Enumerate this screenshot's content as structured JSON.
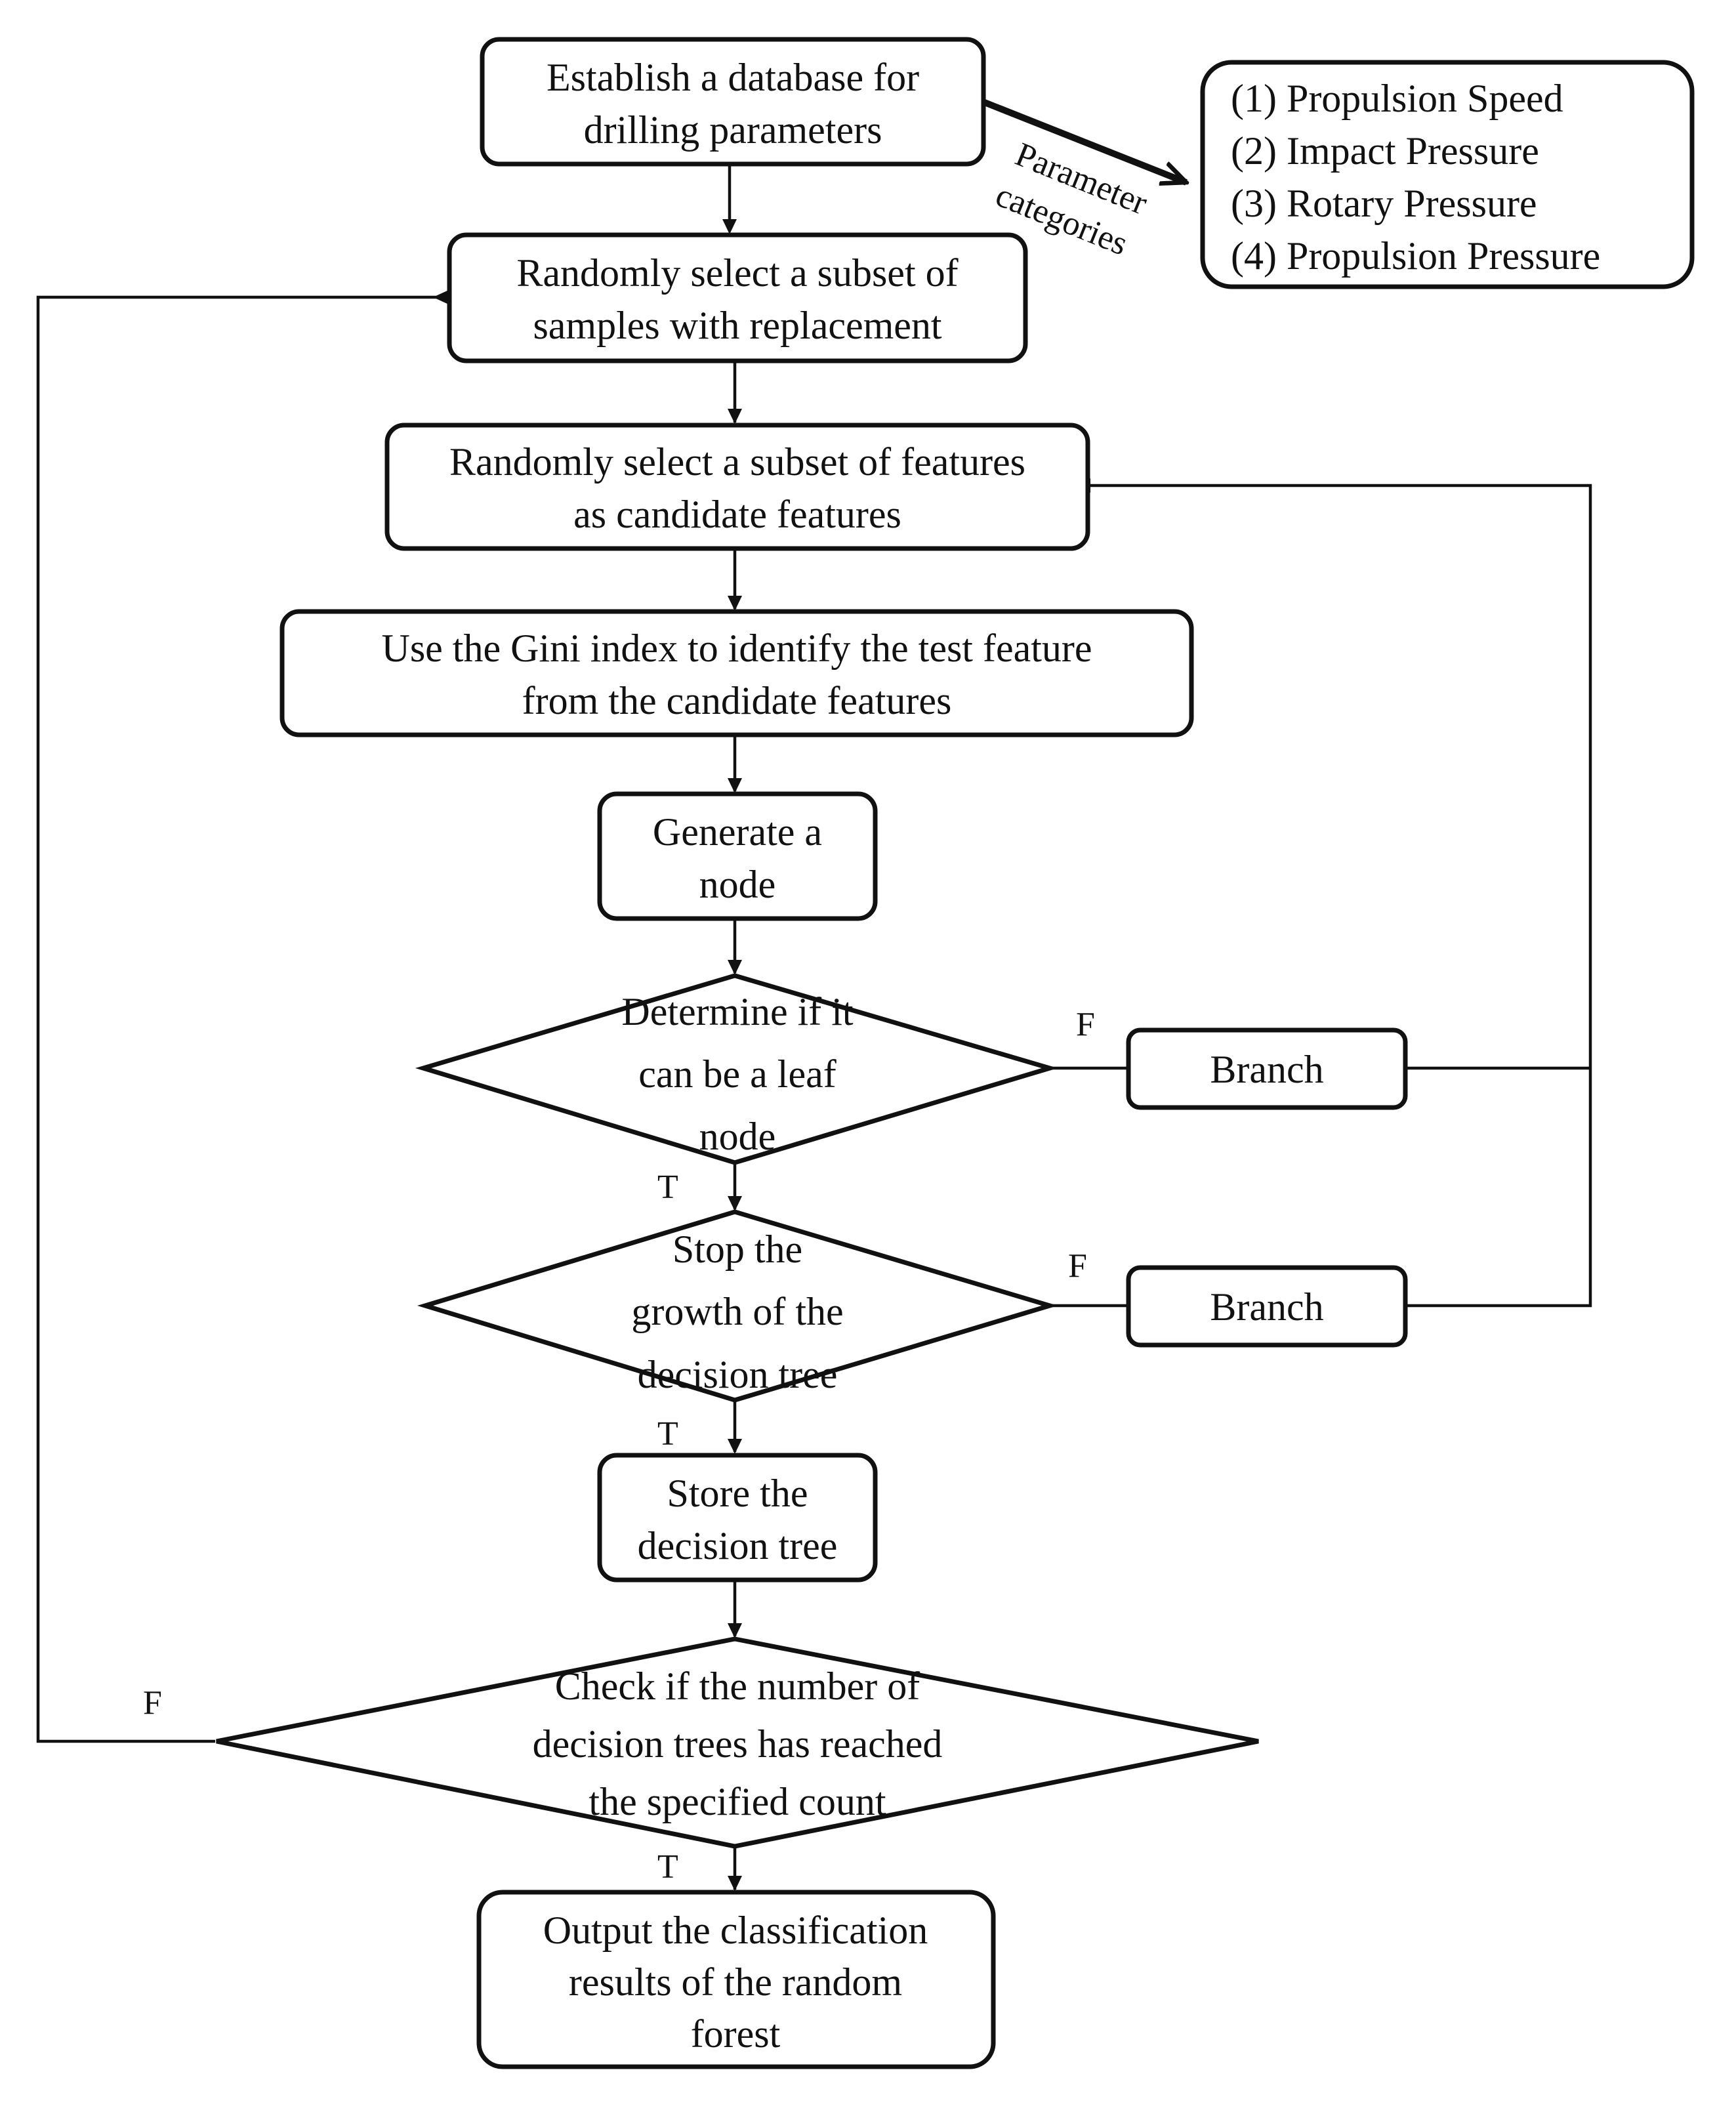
{
  "nodes": {
    "establish": [
      "Establish a database for",
      "drilling parameters"
    ],
    "select_samples": [
      "Randomly select a subset of",
      "samples with replacement"
    ],
    "select_features": [
      "Randomly select a subset of features",
      "as candidate features"
    ],
    "gini": [
      "Use the Gini index to identify the test feature",
      "from the candidate features"
    ],
    "generate": [
      "Generate a",
      "node"
    ],
    "leaf_check": [
      "Determine if it",
      "can be a leaf",
      "node"
    ],
    "stop_check": [
      "Stop the",
      "growth of the",
      "decision tree"
    ],
    "store": [
      "Store the",
      "decision tree"
    ],
    "count_check": [
      "Check if the number of",
      "decision trees has reached",
      "the specified count"
    ],
    "output": [
      "Output the classification",
      "results of the random",
      "forest"
    ],
    "branch_1": "Branch",
    "branch_2": "Branch"
  },
  "parameters": {
    "edge_label": [
      "Parameter",
      "categories"
    ],
    "items": [
      "(1) Propulsion Speed",
      "(2) Impact Pressure",
      "(3) Rotary Pressure",
      "(4) Propulsion Pressure"
    ]
  },
  "edge_labels": {
    "leaf_false": "F",
    "leaf_true": "T",
    "stop_false": "F",
    "stop_true": "T",
    "count_false": "F",
    "count_true": "T"
  }
}
